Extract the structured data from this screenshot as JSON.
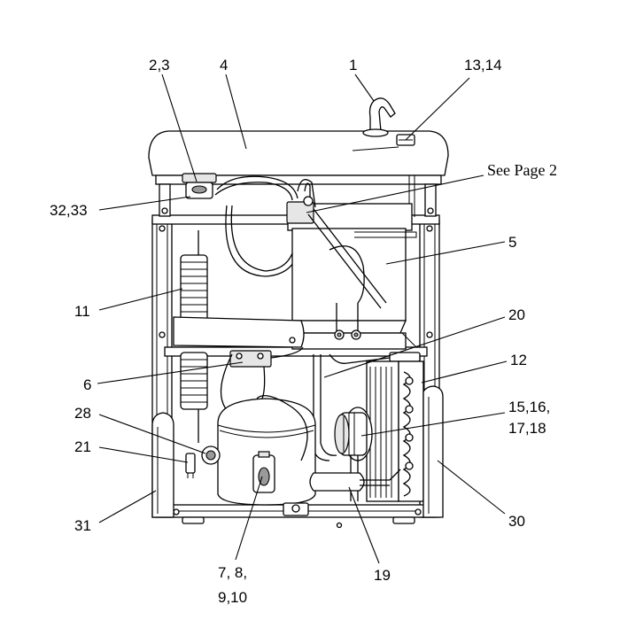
{
  "callouts": {
    "c1": "1",
    "c2_3": "2,3",
    "c4": "4",
    "c13_14": "13,14",
    "see_page": "See Page 2",
    "c32_33": "32,33",
    "c5": "5",
    "c11": "11",
    "c20": "20",
    "c12": "12",
    "c6": "6",
    "c15_18_a": "15,16,",
    "c15_18_b": "17,18",
    "c28": "28",
    "c21": "21",
    "c31": "31",
    "c30": "30",
    "c7_10_a": "7, 8,",
    "c7_10_b": "9,10",
    "c19": "19"
  }
}
